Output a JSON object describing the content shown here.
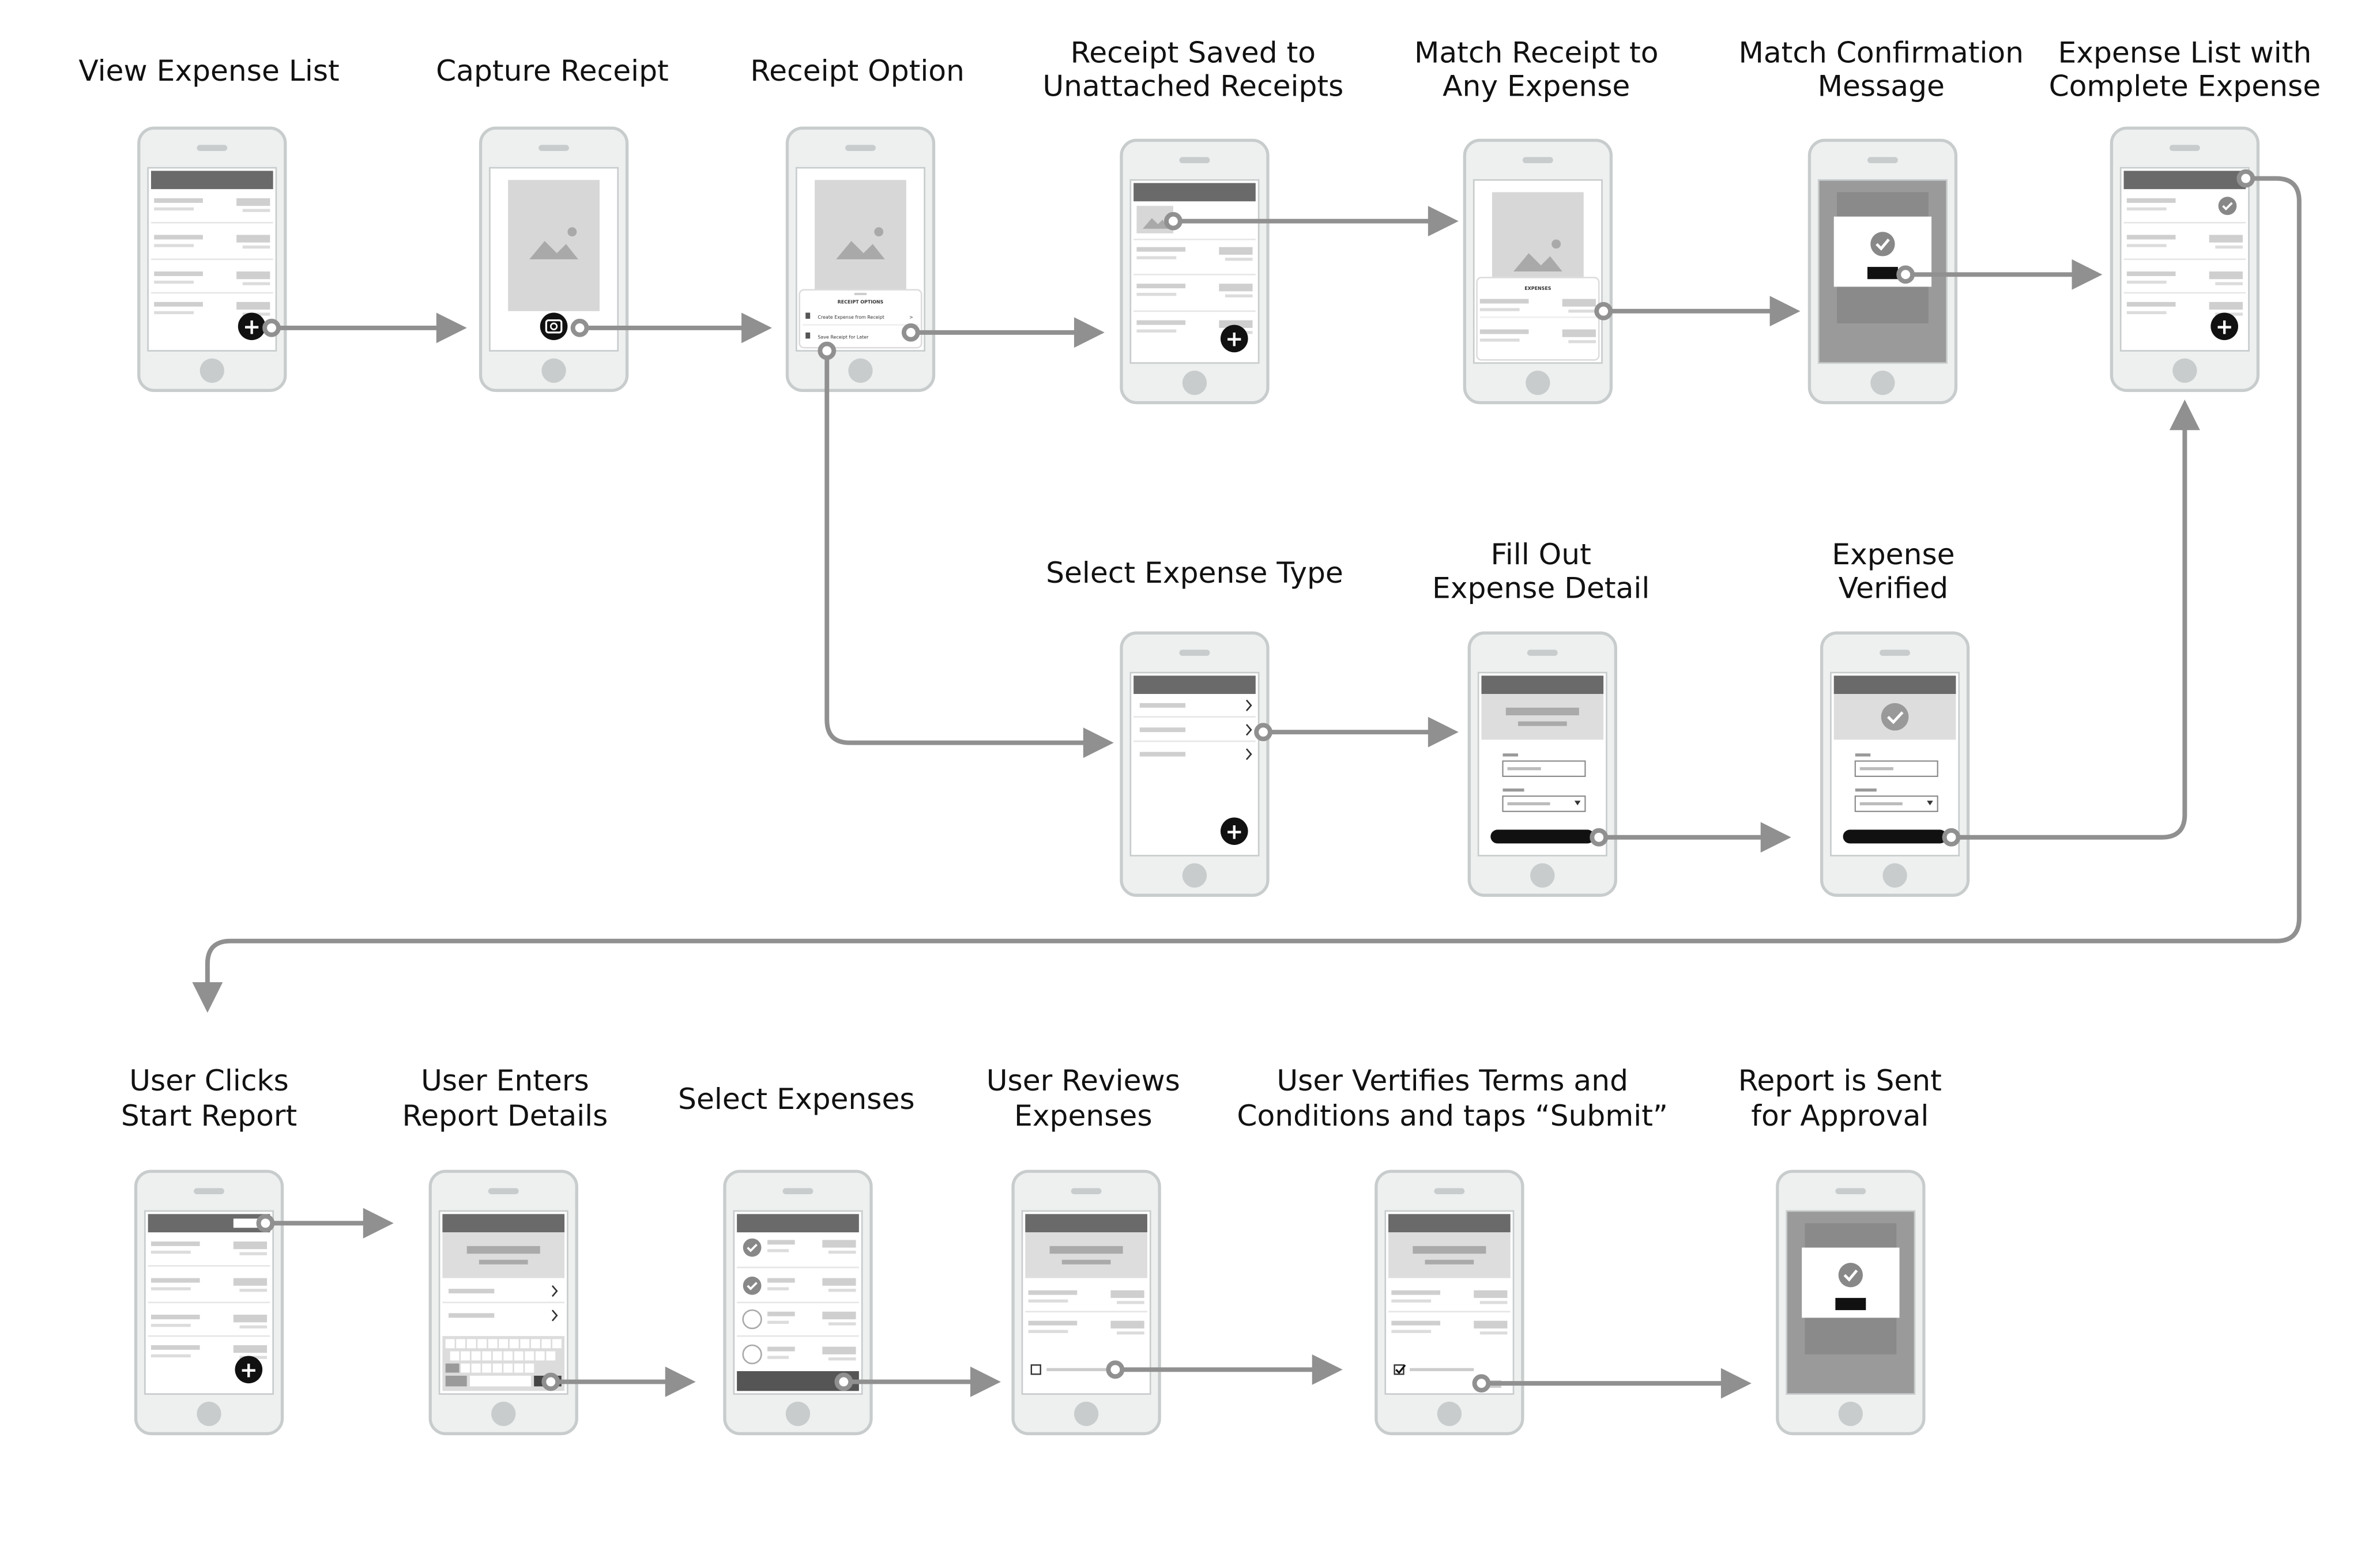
{
  "screens": [
    {
      "id": "s1",
      "title_lines": [
        "View Expense List"
      ]
    },
    {
      "id": "s2",
      "title_lines": [
        "Capture Receipt"
      ]
    },
    {
      "id": "s3",
      "title_lines": [
        "Receipt Option"
      ]
    },
    {
      "id": "s4",
      "title_lines": [
        "Receipt Saved to",
        "Unattached Receipts"
      ]
    },
    {
      "id": "s5",
      "title_lines": [
        "Match Receipt to",
        "Any Expense"
      ]
    },
    {
      "id": "s6",
      "title_lines": [
        "Match Confirmation",
        "Message"
      ]
    },
    {
      "id": "s7",
      "title_lines": [
        "Expense List with",
        "Complete Expense"
      ]
    },
    {
      "id": "s8",
      "title_lines": [
        "Select Expense Type"
      ]
    },
    {
      "id": "s9",
      "title_lines": [
        "Fill Out",
        "Expense Detail"
      ]
    },
    {
      "id": "s10",
      "title_lines": [
        "Expense",
        "Verified"
      ]
    },
    {
      "id": "s11",
      "title_lines": [
        "User Clicks",
        "Start Report"
      ]
    },
    {
      "id": "s12",
      "title_lines": [
        "User Enters",
        "Report Details"
      ]
    },
    {
      "id": "s13",
      "title_lines": [
        "Select Expenses"
      ]
    },
    {
      "id": "s14",
      "title_lines": [
        "User Reviews",
        "Expenses"
      ]
    },
    {
      "id": "s15",
      "title_lines": [
        "User Vertifies Terms and",
        "Conditions and taps “Submit”"
      ]
    },
    {
      "id": "s16",
      "title_lines": [
        "Report is Sent",
        "for Approval"
      ]
    }
  ],
  "receipt_options": {
    "heading": "RECEIPT OPTIONS",
    "create": "Create Expense from Receipt",
    "save": "Save Receipt for Later"
  },
  "match_sheet": {
    "heading": "EXPENSES"
  },
  "colors": {
    "arrow": "#909090",
    "phone_fill": "#eef0f0",
    "phone_stroke": "#c8cccc",
    "header_bar": "#6a6a6a",
    "placeholder": "#d7d7d7"
  }
}
